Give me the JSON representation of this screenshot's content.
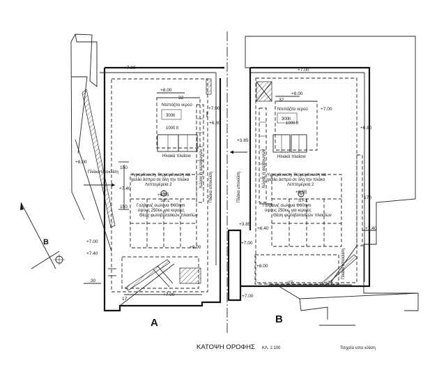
{
  "labels": {
    "title": "ΚΑΤΟΨΗ ΟΡΟΦΗΣ",
    "scale": "ΚΛ. 1:100",
    "note_bottom": "Τσιχείο υπο κλίση",
    "unit_a": "A",
    "unit_b": "B",
    "north_b": "B"
  },
  "levels": {
    "top_a": "+7.00",
    "top_b": "+7.00",
    "inner_a": "+8.00",
    "inner_b": "+8.00",
    "dim_a": "32",
    "dim_b": "32",
    "right_a": "+7.00",
    "right_b": "+7.00",
    "low_a": "+6.80",
    "low_b": "+6.80",
    "mid_a": "+3.85",
    "mid_a2": "+3.85",
    "left_a": "+8.00",
    "left_a2": "+7.00",
    "left_a3": "+7.40",
    "left_a4": "+7.40",
    "bot_a": "+8.00",
    "bot_a2": "+7.00",
    "pt_a": "+6.55",
    "pt_b": "+6.55",
    "left_b1": "+6.40",
    "left_b2": "+7.00",
    "left_b3": "+8.00",
    "bot_b": "+7.00",
    "right_b2": "+7.40",
    "dim_b27": "27",
    "dim_b27b": "27",
    "dim_a30": "30",
    "dim_a17": "17",
    "dim_a150": "150",
    "dim_a150b": "150",
    "dim_b170": "170"
  },
  "notes": {
    "tank_a": "Ντεπόζιτο νερού",
    "tank_a2": "300lt",
    "tank_b": "Ντεπόζιτο νερού",
    "tank_b2": "300lt",
    "sign_a": "1000 lt",
    "sign_b": "1000 lt",
    "solar_a": "Ηλιακά πλαίσια",
    "solar_b": "Ηλιακά πλαίσια",
    "roof_a1": "Υγρομόνωση, θερμομόνωση και",
    "roof_a2": "χαλίκι άσπρο σε όλη την πλάκα",
    "roof_a3": "Λεπτομέρεια 2",
    "roof_b1": "Υγρομόνωση, θερμομόνωση και",
    "roof_b2": "χαλίκι άσπρο σε όλη την πλάκα",
    "roof_b3": "Λεπτομέρεια 2",
    "gal_a1": "Γαλβανιζ σωλήνα Φ60mm",
    "gal_a2": "ύψους 250εκ. για κεραίες",
    "gal_a3": "Θέση φωτοβολταϊκών πλαισίων",
    "gal_b1": "Γαλβανιζ σωλήνα Φ60mm",
    "gal_b2": "ύψους 250εκ. για κεραίες",
    "gal_b3": "Θέση φωτοβολταϊκών πλαισίων",
    "sfl_a": "S.F.L",
    "sfl_b": "S.F.L",
    "slab_left": "Πλάκα υποκλίση",
    "slab_mid1": "Πλάκα υποκλίση",
    "slab_mid2": "Πλάκα υποκλίση",
    "slab_b_bot": "Πλάκα υποκλίση",
    "pipe_a": "Χώρος ή αεραγωγών",
    "pipe_b": "Χώρος ή αεραγωγών"
  }
}
